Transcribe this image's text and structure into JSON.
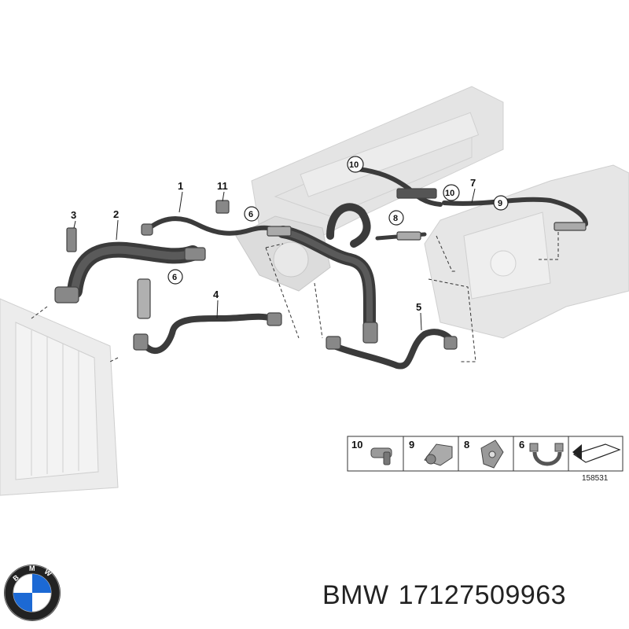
{
  "callouts": {
    "c1": "1",
    "c2": "2",
    "c3": "3",
    "c4": "4",
    "c5": "5",
    "c6a": "6",
    "c6b": "6",
    "c7": "7",
    "c8": "8",
    "c9": "9",
    "c10a": "10",
    "c10b": "10",
    "c11": "11"
  },
  "legend": {
    "items": [
      {
        "label": "10",
        "icon": "hose-clamp-icon"
      },
      {
        "label": "9",
        "icon": "bracket-clip-icon"
      },
      {
        "label": "8",
        "icon": "holder-clip-icon"
      },
      {
        "label": "6",
        "icon": "spring-clamp-icon"
      }
    ],
    "arrow_icon": "direction-arrow-icon"
  },
  "reference_number": "158531",
  "caption": {
    "brand": "BMW",
    "part_number": "17127509963"
  },
  "colors": {
    "hose": "#3b3b3b",
    "engine": "#e3e3e3",
    "logo_blue": "#1c69d4"
  }
}
